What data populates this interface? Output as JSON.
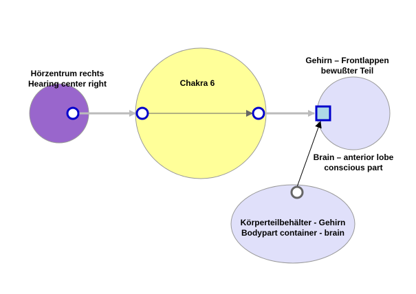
{
  "colors": {
    "background": "#ffffff",
    "hearing_node_fill": "#9966cc",
    "chakra_node_fill": "#ffff99",
    "brain_node_fill": "#e0e0fa",
    "container_node_fill": "#e0e0fa",
    "node_stroke": "#999999",
    "port_stroke": "#0000cc",
    "port_fill": "#ffffff",
    "square_port_fill": "#add8e6",
    "container_port_stroke": "#666666",
    "connector_thick": "#bbbbbb",
    "connector_thin": "#666666",
    "connector_link": "#000000"
  },
  "nodes": {
    "hearing": {
      "label_line1": "Hörzentrum rechts",
      "label_line2": "Hearing center right"
    },
    "chakra": {
      "label": "Chakra 6"
    },
    "brain": {
      "label_top_line1": "Gehirn – Frontlappen",
      "label_top_line2": "bewußter Teil",
      "label_bottom_line1": "Brain – anterior lobe",
      "label_bottom_line2": "conscious part"
    },
    "container": {
      "label_line1": "Körperteilbehälter - Gehirn",
      "label_line2": "Bodypart container - brain"
    }
  }
}
